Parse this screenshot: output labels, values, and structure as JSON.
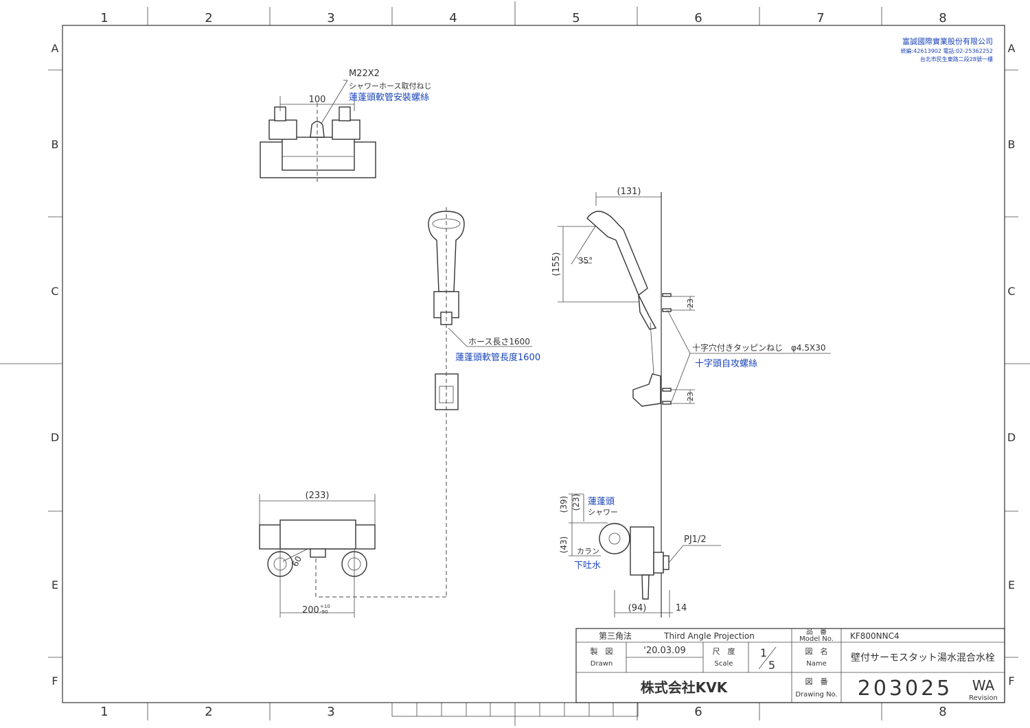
{
  "frame": {
    "columns": [
      "1",
      "2",
      "3",
      "4",
      "5",
      "6",
      "7",
      "8"
    ],
    "rows": [
      "A",
      "B",
      "C",
      "D",
      "E",
      "F"
    ]
  },
  "company_stamp": {
    "name": "富誠國際實業股份有限公司",
    "phone": "統編:42613902 電話:02-25362252",
    "address": "台北市民生東路二段28號一樓"
  },
  "top_view": {
    "thread_label": "M22X2",
    "thread_desc": "シャワーホース取付ねじ",
    "thread_desc_zh": "蓮蓬頭軟管安裝螺絲",
    "dim_100": "100"
  },
  "hose": {
    "label": "ホース長さ1600",
    "label_zh": "蓮蓬頭軟管長度1600"
  },
  "side_view": {
    "dim_131": "(131)",
    "dim_155": "(155)",
    "angle": "35°",
    "dim_23a": "23",
    "dim_23b": "23",
    "screw": "十字穴付きタッピンねじ　φ4.5X30",
    "screw_zh": "十字頭自攻螺絲"
  },
  "front_view": {
    "dim_233": "(233)",
    "dim_60": "60",
    "dim_200": "200",
    "tol_upper": "+10",
    "tol_lower": "-90"
  },
  "outlet_view": {
    "shower_zh": "蓮蓬頭",
    "shower": "シャワー",
    "dim_39": "(39)",
    "dim_23": "(23)",
    "dim_43": "(43)",
    "karan": "カラン",
    "karan_zh": "下吐水",
    "pj": "PJ1/2",
    "dim_94": "(94)",
    "dim_14": "14"
  },
  "title_block": {
    "projection_jp": "第三角法",
    "projection_en": "Third Angle Projection",
    "model_label_jp": "品　番",
    "model_label_en": "Model No.",
    "model_value": "KF800NNC4",
    "drawn_jp": "製　図",
    "drawn_en": "Drawn",
    "date": "'20.03.09",
    "scale_jp": "尺　度",
    "scale_en": "Scale",
    "scale_value_num": "1",
    "scale_value_den": "5",
    "name_jp": "図　名",
    "name_en": "Name",
    "name_value": "壁付サーモスタット湯水混合水栓",
    "company": "株式会社KVK",
    "drawing_jp": "図　番",
    "drawing_en": "Drawing No.",
    "drawing_value": "203025",
    "revision_value": "WA",
    "revision_label": "Revision"
  }
}
